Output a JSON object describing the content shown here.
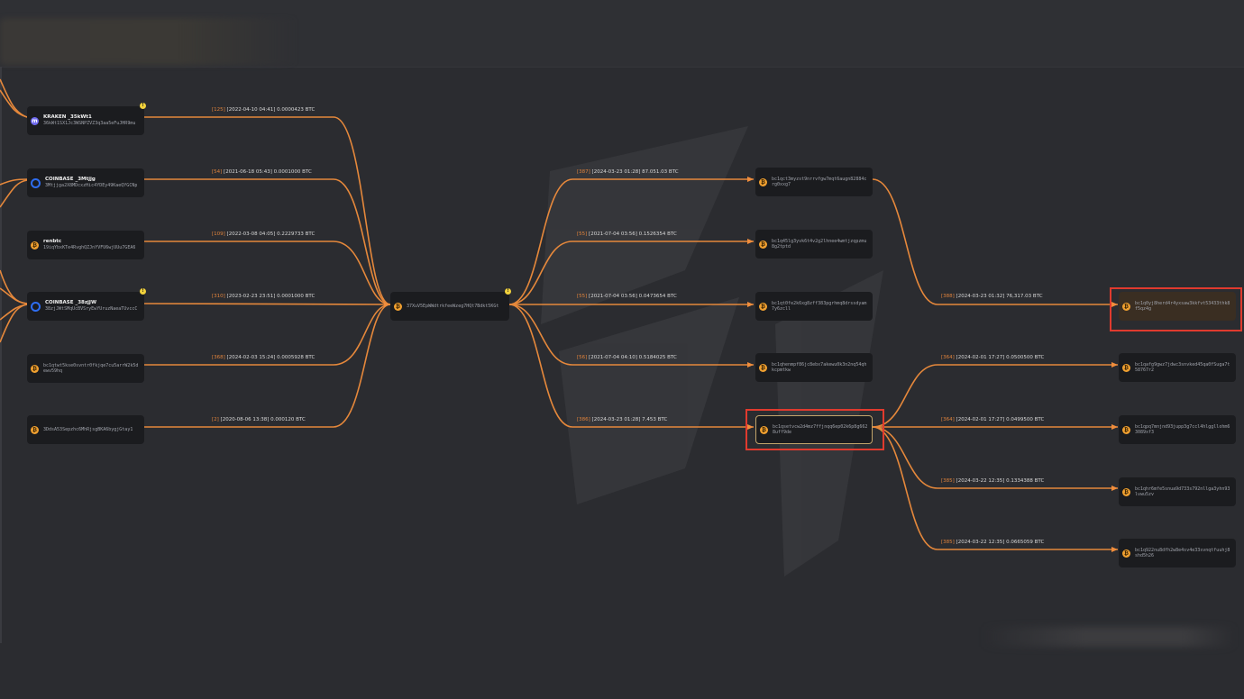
{
  "colors": {
    "background": "#2b2c30",
    "node_bg": "#1b1c1f",
    "edge": "#f08d3c",
    "highlight": "#e03a2e",
    "bitcoin_icon": "#f0a030"
  },
  "nodes": {
    "n_kraken": {
      "label": "KRAKEN _35kWt1",
      "addr": "36kWt1SX1Jc3WSNPZVZ3q3aa5eFuJHR9mu",
      "icon": "kraken-icon",
      "warn": true
    },
    "n_coinbase1": {
      "label": "COINBASE _3Mtjjg",
      "addr": "3Mtjjga2X8MDcxzHic4YDEy49KaeQYGCNp",
      "icon": "coinbase-icon",
      "warn": false
    },
    "n_renbtc": {
      "label": "renbtc",
      "addr": "19iqYbxKTe4RvghQZJnYVFU6wjUUu7GEA6",
      "icon": "bitcoin-icon",
      "warn": false
    },
    "n_coinbase2": {
      "label": "COINBASE _38zjJW",
      "addr": "38zjJWtSMqUcBVSryEwYUruzNaeaTUvccC",
      "icon": "coinbase-icon",
      "warn": true
    },
    "n_bc1q6": {
      "label": "",
      "addr": "bc1qtwt5kse0svntr0fkjqe7cu5arrW2k5dewv59hq",
      "icon": "bitcoin-icon",
      "warn": false
    },
    "n_3dds": {
      "label": "",
      "addr": "3DdsA53Sepzhc6MhRjsgBKA6bygjGtay1",
      "icon": "bitcoin-icon",
      "warn": false
    },
    "n_center": {
      "label": "",
      "addr": "37XuV5EpWWdtrkfeeWzeg7HQt7Bdkt5KGt",
      "icon": "bitcoin-icon",
      "warn": true
    },
    "n_m1": {
      "label": "",
      "addr": "bc1qct3myzst9nrrvfgw7mqt6augn82884crg0xxg7",
      "icon": "bitcoin-icon",
      "warn": false
    },
    "n_m2": {
      "label": "",
      "addr": "bc1q45lg3yvk6t4v2g2lhnee4wmtjzqpzmu8g2tptd",
      "icon": "bitcoin-icon",
      "warn": false
    },
    "n_m3": {
      "label": "",
      "addr": "bc1qt0fe2k6xg8zff383pgrhmq8drssdyam7y6zcll",
      "icon": "bitcoin-icon",
      "warn": false
    },
    "n_m4": {
      "label": "",
      "addr": "bc1qhenmpf86jc8ebx7akewu0k3n2nq54qhkcpmtkw",
      "icon": "bitcoin-icon",
      "warn": false
    },
    "n_m5": {
      "label": "",
      "addr": "bc1qsetvcw2d4mz7ffjnqq6ep02k6p8g6628uff9de",
      "icon": "bitcoin-icon",
      "warn": false
    },
    "n_r1": {
      "label": "",
      "addr": "bc1q0yj8herd4r4yxsaw3kkfvt53433thk8f5qz4g",
      "icon": "bitcoin-icon",
      "warn": false
    },
    "n_r2": {
      "label": "",
      "addr": "bc1qafg9gwz7jdwc3snvked45qa0fSuga7t58767r2",
      "icon": "bitcoin-icon",
      "warn": false
    },
    "n_r3": {
      "label": "",
      "addr": "bc1qpq7mnjnd93jupp3g7ccl4hlggllohm63089xf3",
      "icon": "bitcoin-icon",
      "warn": false
    },
    "n_r4": {
      "label": "",
      "addr": "bc1qhr6mfe5snua9d733s792nllga3yhn93lvwu5zv",
      "icon": "bitcoin-icon",
      "warn": false
    },
    "n_r5": {
      "label": "",
      "addr": "bc1q922nu8dfh2w8e4sv4e33svnqtfuuhj8shd5h26",
      "icon": "bitcoin-icon",
      "warn": false
    }
  },
  "edges": {
    "e1": {
      "count": "[125]",
      "detail": "[2022-04-10 04:41] 0.0000423 BTC"
    },
    "e2": {
      "count": "[54]",
      "detail": "[2021-06-18 05:43] 0.0001000 BTC"
    },
    "e3": {
      "count": "[109]",
      "detail": "[2022-03-08 04:05] 0.2229733 BTC"
    },
    "e4": {
      "count": "[310]",
      "detail": "[2023-02-23 23:51] 0.0001000 BTC"
    },
    "e5": {
      "count": "[368]",
      "detail": "[2024-02-03 15:24] 0.0005928 BTC"
    },
    "e6": {
      "count": "[2]",
      "detail": "[2020-08-06 13:38] 0.000120 BTC"
    },
    "e7": {
      "count": "[387]",
      "detail": "[2024-03-23 01:28] 87.051.03 BTC"
    },
    "e8": {
      "count": "[55]",
      "detail": "[2021-07-04 03:56] 0.1526354 BTC"
    },
    "e9": {
      "count": "[55]",
      "detail": "[2021-07-04 03:56] 0.0473654 BTC"
    },
    "e10": {
      "count": "[56]",
      "detail": "[2021-07-04 04:10] 0.5184025 BTC"
    },
    "e11": {
      "count": "[386]",
      "detail": "[2024-03-23 01:28] 7.453 BTC"
    },
    "e12": {
      "count": "[388]",
      "detail": "[2024-03-23 01:32] 76,317.03 BTC"
    },
    "e13": {
      "count": "[364]",
      "detail": "[2024-02-01 17:27] 0.0500500 BTC"
    },
    "e14": {
      "count": "[364]",
      "detail": "[2024-02-01 17:27] 0.0499500 BTC"
    },
    "e15": {
      "count": "[385]",
      "detail": "[2024-03-22 12:35] 0.1334388 BTC"
    },
    "e16": {
      "count": "[385]",
      "detail": "[2024-03-22 12:35] 0.0665059 BTC"
    }
  }
}
